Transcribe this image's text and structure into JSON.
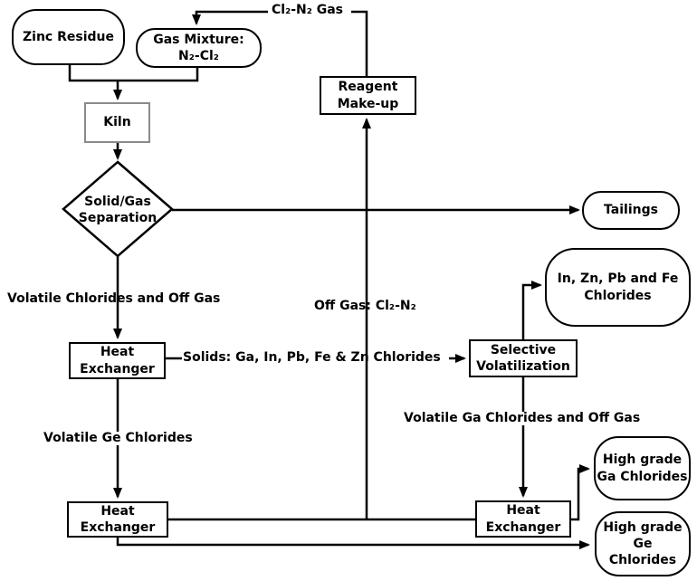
{
  "nodes": {
    "zinc_residue": "Zinc Residue",
    "gas_mixture": "Gas Mixture:\nN₂-Cl₂",
    "kiln": "Kiln",
    "reagent_makeup": "Reagent\nMake-up",
    "solid_gas_separation": "Solid/Gas\nSeparation",
    "tailings": "Tailings",
    "in_zn_pb_fe_chlorides": "In, Zn, Pb and Fe\nChlorides",
    "selective_volatilization": "Selective\nVolatilization",
    "heat_exchanger_1": "Heat\nExchanger",
    "heat_exchanger_2": "Heat\nExchanger",
    "heat_exchanger_3": "Heat\nExchanger",
    "high_grade_ga_chlorides": "High grade\nGa Chlorides",
    "high_grade_ge_chlorides": "High grade\nGe\nChlorides"
  },
  "edge_labels": {
    "cl2_n2_gas": "Cl₂-N₂ Gas",
    "volatile_chlorides_and_off_gas": "Volatile Chlorides and Off Gas",
    "off_gas_cl2_n2": "Off Gas: Cl₂-N₂",
    "solids_chlorides": "Solids: Ga, In, Pb, Fe & Zn Chlorides",
    "volatile_ge_chlorides": "Volatile Ge Chlorides",
    "volatile_ga_chlorides_and_off_gas": "Volatile Ga Chlorides and Off Gas"
  },
  "style": {
    "line_color": "#000000",
    "kiln_border_color": "#8a8a8a",
    "background": "#ffffff"
  }
}
